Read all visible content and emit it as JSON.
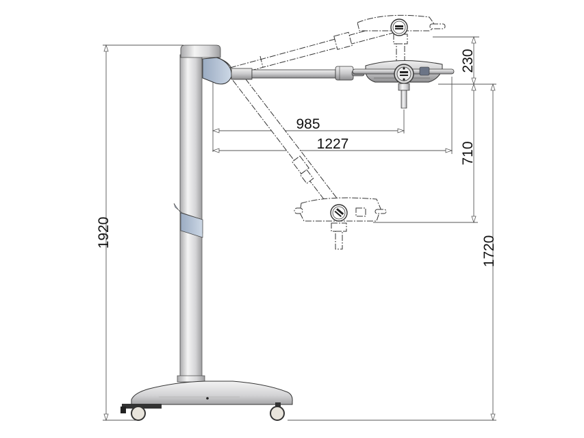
{
  "drawing": {
    "subject": "Mobile surgical examination light on wheeled stand",
    "units": "mm",
    "dimensions": {
      "total_height": "1920",
      "pivot_height": "1720",
      "vertical_travel_up": "230",
      "vertical_travel_down": "710",
      "reach_short": "985",
      "reach_long": "1227"
    },
    "colors": {
      "body": "#d4d4d6",
      "accent_panel": "#b9c6d8",
      "line": "#333333",
      "dimension_line": "#555555"
    }
  }
}
